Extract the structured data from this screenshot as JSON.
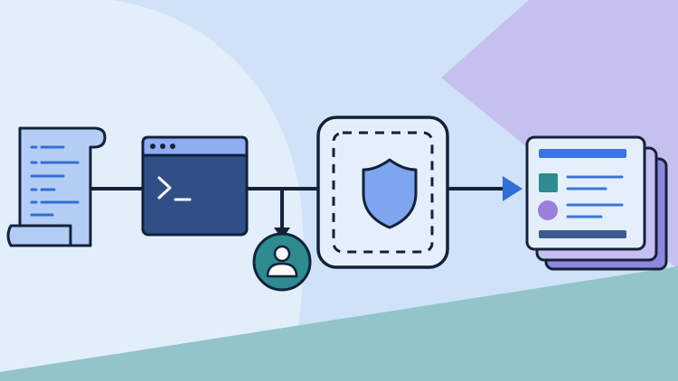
{
  "diagram": {
    "nodes": [
      {
        "id": "script",
        "icon": "scroll-document-icon"
      },
      {
        "id": "terminal",
        "icon": "terminal-window-icon"
      },
      {
        "id": "user",
        "icon": "user-avatar-icon"
      },
      {
        "id": "sandbox",
        "icon": "shield-icon"
      },
      {
        "id": "output",
        "icon": "stacked-cards-icon"
      }
    ],
    "edges": [
      {
        "from": "script",
        "to": "terminal"
      },
      {
        "from": "terminal",
        "to": "user"
      },
      {
        "from": "terminal",
        "to": "sandbox"
      },
      {
        "from": "sandbox",
        "to": "output"
      }
    ]
  },
  "colors": {
    "background": "#cfe2f7",
    "left_blob": "#e3eefb",
    "purple_accent": "#c5c0ef",
    "teal_band": "#93c4c9",
    "outline": "#13213b",
    "arrow_blue": "#2f6fd8",
    "terminal_fill": "#2f4f86",
    "terminal_header": "#8eadf0",
    "shield_fill": "#7ea5ee",
    "avatar_fill": "#2e8b8f",
    "card_purple": "#8f86df",
    "card_blue": "#3c75db"
  }
}
